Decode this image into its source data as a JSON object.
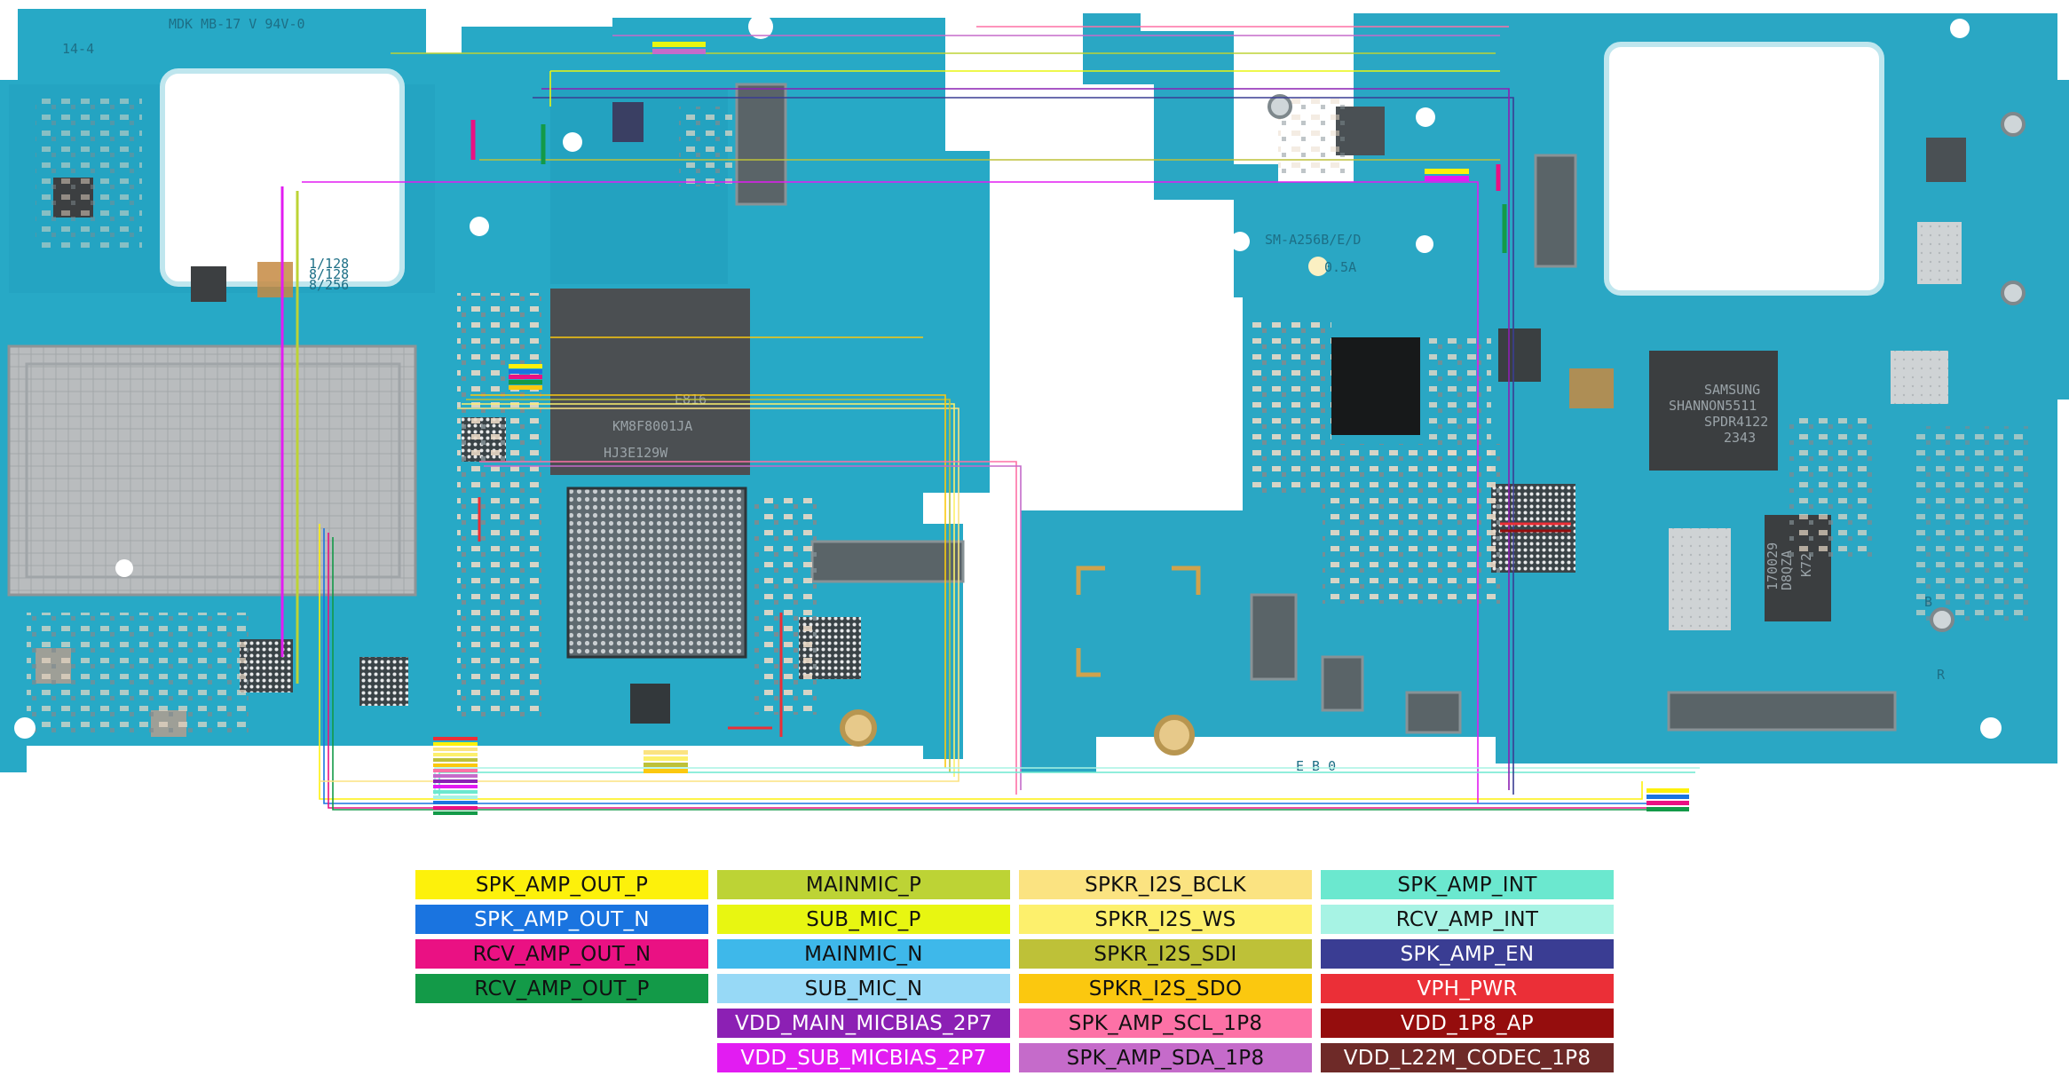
{
  "board": {
    "left_silk": "MDK MB-17 V 94V-0",
    "left_ver": "14-4",
    "model": "SM-A256B/E/D",
    "rev": "0.5A",
    "bottom_code": "E B 0",
    "mark_b": "B",
    "mark_r": "R",
    "mem_line1": "E816",
    "mem_line2": "KM8F8001JA",
    "mem_line3": "HJ3E129W",
    "modem_line1": "SAMSUNG",
    "modem_line2": "SHANNON5511",
    "modem_line3": "SPDR4122",
    "modem_line4": "2343",
    "pmic_line1": "K72",
    "pmic_line2": "D8QZA",
    "pmic_line3": "170029",
    "sim_lines": [
      "1/128",
      "8/128",
      "8/256"
    ]
  },
  "legend": [
    {
      "label": "SPK_AMP_OUT_P",
      "color": "#fdf10b",
      "text": "#111111"
    },
    {
      "label": "SPK_AMP_OUT_N",
      "color": "#1a74e0",
      "text": "#ffffff"
    },
    {
      "label": "RCV_AMP_OUT_N",
      "color": "#ea1183",
      "text": "#111111"
    },
    {
      "label": "RCV_AMP_OUT_P",
      "color": "#139a48",
      "text": "#111111"
    },
    {
      "label": "MAINMIC_P",
      "color": "#bdd335",
      "text": "#111111"
    },
    {
      "label": "SUB_MIC_P",
      "color": "#e8f611",
      "text": "#111111"
    },
    {
      "label": "MAINMIC_N",
      "color": "#3eb8ea",
      "text": "#111111"
    },
    {
      "label": "SUB_MIC_N",
      "color": "#97d9f6",
      "text": "#111111"
    },
    {
      "label": "VDD_MAIN_MICBIAS_2P7",
      "color": "#8c20b4",
      "text": "#ffffff"
    },
    {
      "label": "VDD_SUB_MICBIAS_2P7",
      "color": "#e21cf2",
      "text": "#ffffff"
    },
    {
      "label": "SPKR_I2S_BCLK",
      "color": "#fbe381",
      "text": "#111111"
    },
    {
      "label": "SPKR_I2S_WS",
      "color": "#fdf06c",
      "text": "#111111"
    },
    {
      "label": "SPKR_I2S_SDI",
      "color": "#bec138",
      "text": "#111111"
    },
    {
      "label": "SPKR_I2S_SDO",
      "color": "#fbc80f",
      "text": "#111111"
    },
    {
      "label": "SPK_AMP_SCL_1P8",
      "color": "#fd71a6",
      "text": "#111111"
    },
    {
      "label": "SPK_AMP_SDA_1P8",
      "color": "#c56bca",
      "text": "#111111"
    },
    {
      "label": "SPK_AMP_INT",
      "color": "#6be8cf",
      "text": "#111111"
    },
    {
      "label": "RCV_AMP_INT",
      "color": "#a7f3e4",
      "text": "#111111"
    },
    {
      "label": "SPK_AMP_EN",
      "color": "#3a3d93",
      "text": "#ffffff"
    },
    {
      "label": "VPH_PWR",
      "color": "#eb2f37",
      "text": "#ffffff"
    },
    {
      "label": "VDD_1P8_AP",
      "color": "#950d0d",
      "text": "#ffffff"
    },
    {
      "label": "VDD_L22M_CODEC_1P8",
      "color": "#6e2a28",
      "text": "#ffffff"
    }
  ]
}
